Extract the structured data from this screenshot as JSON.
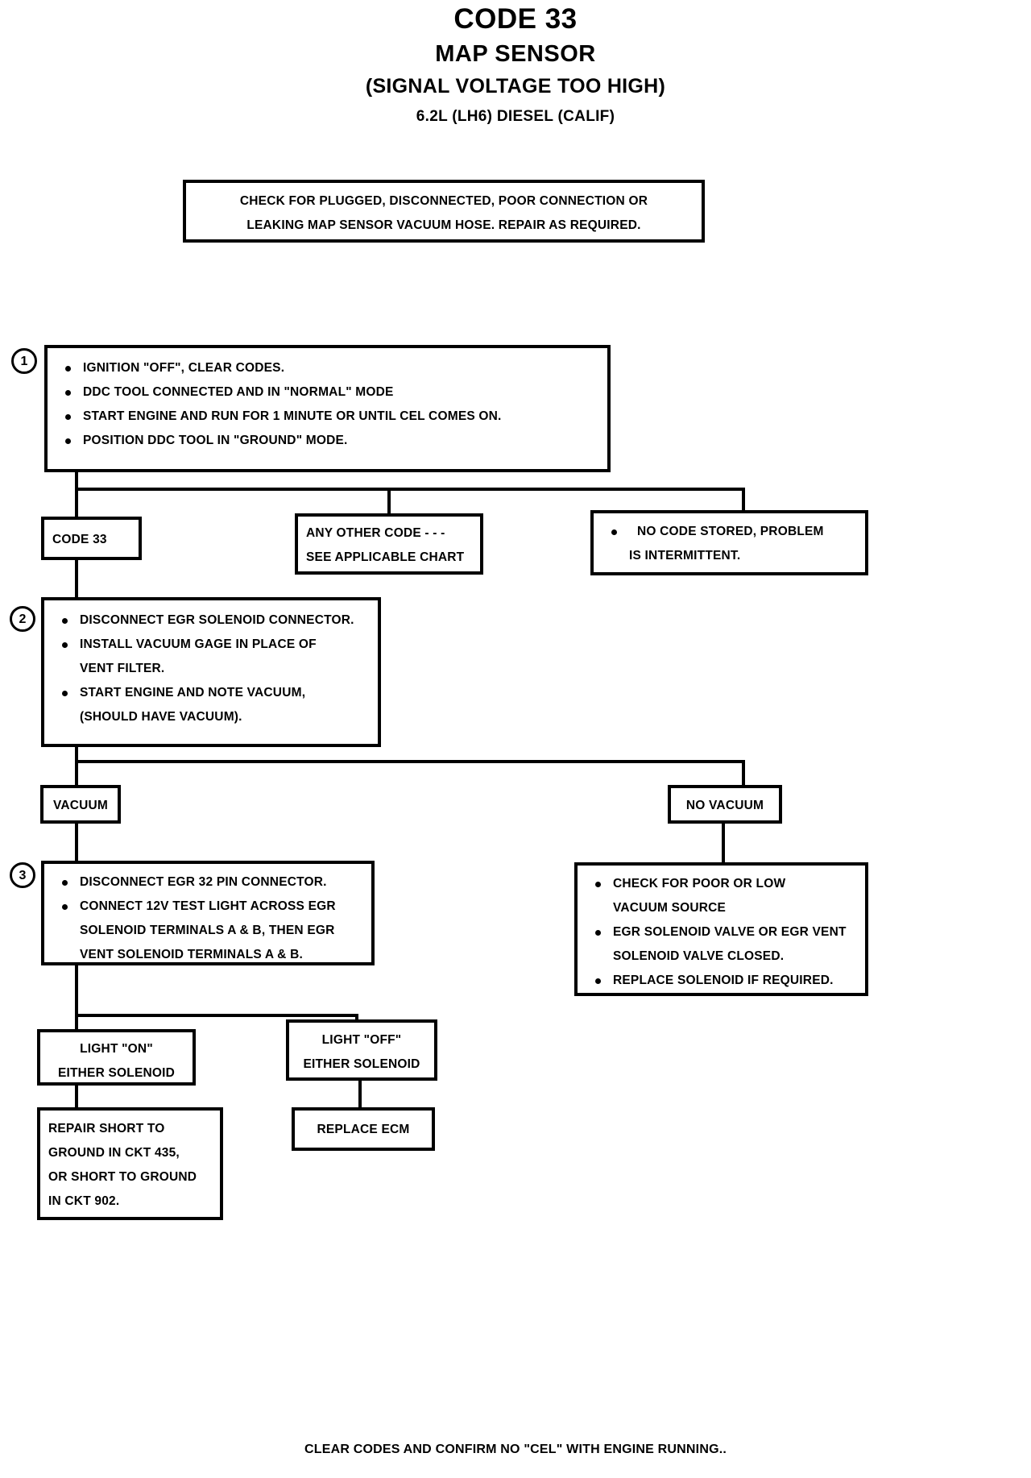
{
  "document": {
    "title_code": "CODE 33",
    "title_sensor": "MAP SENSOR",
    "title_condition": "(SIGNAL VOLTAGE TOO HIGH)",
    "title_engine": "6.2L (LH6) DIESEL (CALIF)",
    "footer": "CLEAR CODES AND CONFIRM  NO \"CEL\" WITH ENGINE RUNNING.."
  },
  "preliminary_box": {
    "line1": "CHECK FOR PLUGGED, DISCONNECTED, POOR CONNECTION OR",
    "line2": "LEAKING MAP SENSOR VACUUM HOSE.  REPAIR AS  REQUIRED."
  },
  "step1": {
    "number": "1",
    "bullets": [
      "IGNITION \"OFF\", CLEAR CODES.",
      "DDC TOOL CONNECTED AND IN \"NORMAL\" MODE",
      "START  ENGINE AND RUN FOR 1 MINUTE  OR UNTIL CEL COMES ON.",
      "POSITION DDC TOOL IN  \"GROUND\"  MODE."
    ]
  },
  "step1_results": {
    "code33": {
      "line1": "CODE 33"
    },
    "any_other_code": {
      "line1": "ANY OTHER CODE - - -",
      "line2": "SEE APPLICABLE CHART"
    },
    "no_code": {
      "line1": "NO CODE STORED,  PROBLEM",
      "line2": "IS INTERMITTENT."
    }
  },
  "step2": {
    "number": "2",
    "bullets": [
      "DISCONNECT EGR SOLENOID CONNECTOR.",
      "INSTALL VACUUM GAGE IN PLACE OF",
      "VENT FILTER.",
      "START ENGINE AND NOTE  VACUUM,",
      "(SHOULD HAVE  VACUUM)."
    ]
  },
  "step2_results": {
    "vacuum": {
      "line1": "VACUUM"
    },
    "no_vacuum": {
      "line1": "NO VACUUM"
    }
  },
  "step3": {
    "number": "3",
    "bullets": [
      "DISCONNECT EGR 32 PIN CONNECTOR.",
      "CONNECT 12V TEST LIGHT ACROSS EGR",
      "SOLENOID TERMINALS A & B, THEN EGR",
      "VENT SOLENOID TERMINALS A & B."
    ]
  },
  "no_vacuum_action": {
    "bullets": [
      "CHECK FOR POOR OR LOW",
      "VACUUM SOURCE",
      "EGR SOLENOID VALVE OR EGR VENT",
      "SOLENOID VALVE CLOSED.",
      "REPLACE SOLENOID IF REQUIRED."
    ]
  },
  "step3_results": {
    "light_on": {
      "line1": "LIGHT \"ON\"",
      "line2": "EITHER SOLENOID"
    },
    "light_off": {
      "line1": "LIGHT \"OFF\"",
      "line2": "EITHER SOLENOID"
    }
  },
  "final_actions": {
    "repair_short": {
      "line1": "REPAIR SHORT TO",
      "line2": "GROUND IN CKT 435,",
      "line3": "OR SHORT TO GROUND",
      "line4": "IN CKT 902."
    },
    "replace_ecm": {
      "line1": "REPLACE  ECM"
    }
  },
  "colors": {
    "ink": "#000000",
    "paper": "#ffffff"
  }
}
